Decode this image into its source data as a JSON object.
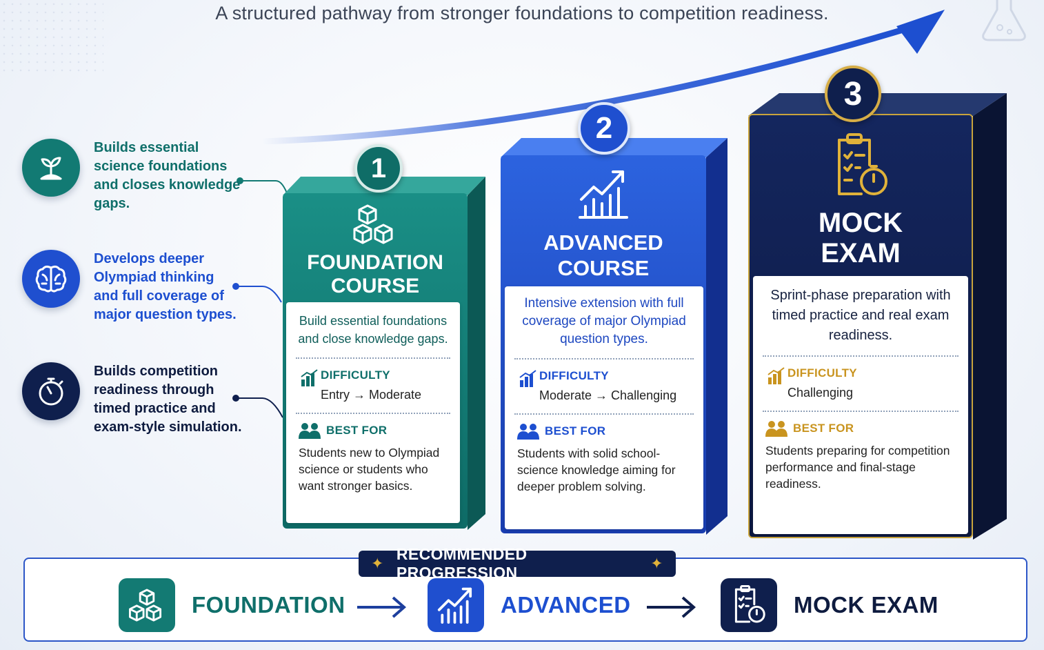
{
  "subtitle": "A structured pathway from stronger foundations to competition readiness.",
  "benefits": [
    {
      "text": "Builds essential science foundations and closes knowledge gaps.",
      "icon": "seedling-icon",
      "color": "#127a73"
    },
    {
      "text": "Develops deeper Olympiad thinking and full coverage of major question types.",
      "icon": "brain-icon",
      "color": "#1f4fcf"
    },
    {
      "text": "Builds competition readiness through timed practice and exam-style simulation.",
      "icon": "stopwatch-icon",
      "color": "#0f1f4d"
    }
  ],
  "courses": [
    {
      "number": "1",
      "title_line1": "FOUNDATION",
      "title_line2": "COURSE",
      "description": "Build essential foundations and close knowledge gaps.",
      "difficulty_label": "DIFFICULTY",
      "difficulty": "Entry → Moderate",
      "best_for_label": "BEST FOR",
      "best_for": "Students new to Olympiad science or students who want stronger basics.",
      "color": "#127a73"
    },
    {
      "number": "2",
      "title_line1": "ADVANCED",
      "title_line2": "COURSE",
      "description": "Intensive extension with full coverage of major Olympiad question types.",
      "difficulty_label": "DIFFICULTY",
      "difficulty": "Moderate → Challenging",
      "best_for_label": "BEST FOR",
      "best_for": "Students with solid school-science knowledge aiming for deeper problem solving.",
      "color": "#1f4fcf"
    },
    {
      "number": "3",
      "title_line1": "MOCK",
      "title_line2": "EXAM",
      "description": "Sprint-phase preparation with timed practice and real exam readiness.",
      "difficulty_label": "DIFFICULTY",
      "difficulty": "Challenging",
      "best_for_label": "BEST FOR",
      "best_for": "Students preparing for competition performance and final-stage readiness.",
      "color": "#0f1f4d"
    }
  ],
  "progression": {
    "title": "RECOMMENDED PROGRESSION",
    "steps": [
      "FOUNDATION",
      "ADVANCED",
      "MOCK EXAM"
    ]
  }
}
